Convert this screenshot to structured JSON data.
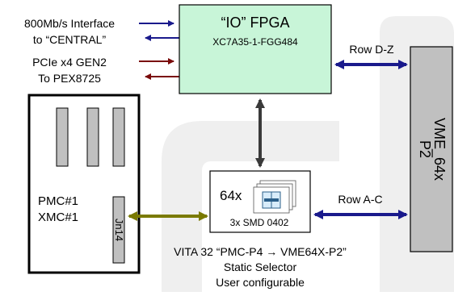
{
  "colors": {
    "fpga_fill": "#c8f5d8",
    "vme_fill": "#c0c0c0",
    "navy_arrow": "#1a1a8c",
    "darkred_arrow": "#7a0a0a",
    "olive_arrow": "#7a7a00",
    "dark_arrow": "#3a3a3a",
    "bg_watermark": "#efefef"
  },
  "labels": {
    "interface_line1": "800Mb/s Interface",
    "interface_line2": "to “CENTRAL”",
    "pcie_line1": "PCIe x4 GEN2",
    "pcie_line2": "To PEX8725",
    "fpga_title": "“IO” FPGA",
    "fpga_part": "XC7A35-1-FGG484",
    "row_dz": "Row D-Z",
    "row_ac": "Row A-C",
    "vme_line1": "VME_64x",
    "vme_line2": "P2",
    "pmc_line1": "PMC#1",
    "pmc_line2": "XMC#1",
    "jn14": "Jn14",
    "selector_count": "64x",
    "selector_part": "3x SMD 0402",
    "caption_line1": "VITA 32 “PMC-P4 → VME64X-P2”",
    "caption_line2": "Static Selector",
    "caption_line3": "User configurable"
  }
}
